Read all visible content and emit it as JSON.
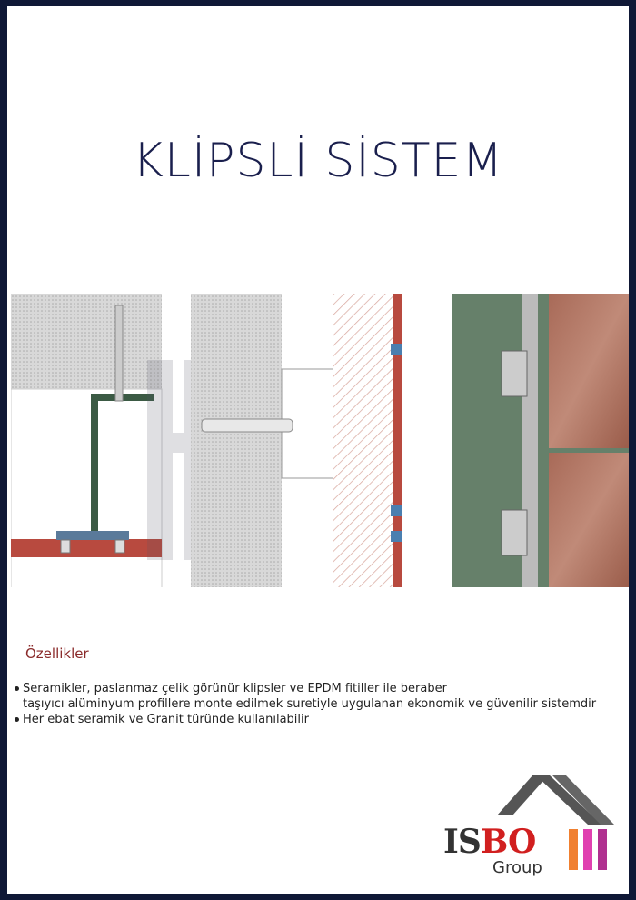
{
  "title": "KLİPSLİ SİSTEM",
  "features": {
    "heading": "Özellikler",
    "items": [
      {
        "line1": "Seramikler, paslanmaz çelik görünür klipsler ve EPDM fitiller ile beraber",
        "line2": "taşıyıcı alüminyum profillere monte edilmek suretiyle uygulanan ekonomik ve güvenilir sistemdir"
      },
      {
        "line1": "Her ebat seramik ve Granit türünde kullanılabilir"
      }
    ]
  },
  "logo": {
    "brand_a": "IS",
    "brand_b": "BO",
    "subtitle": "Group"
  },
  "colors": {
    "frame": "#0f1836",
    "title": "#1a1f4d",
    "heading": "#8a2a2a",
    "tile": "#b8584a"
  }
}
